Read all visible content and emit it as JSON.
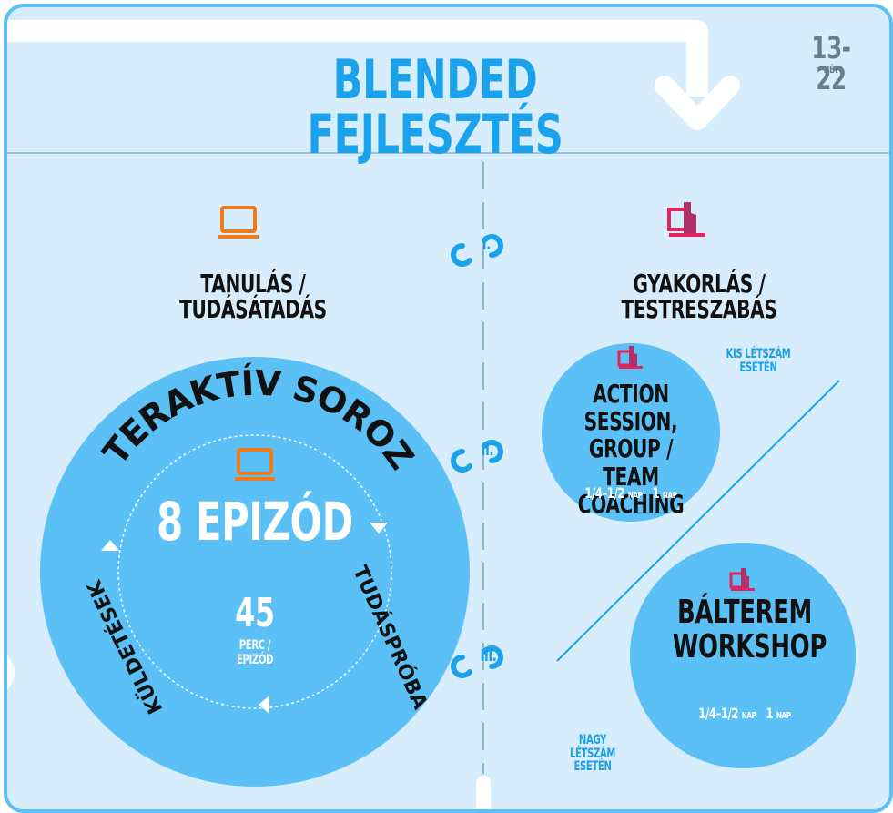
{
  "header": {
    "title": "BLENDED FEJLESZTÉS",
    "week_range": "13-22",
    "week_label": "HÉT"
  },
  "left": {
    "heading": "TANULÁS / TUDÁSÁTADÁS",
    "circle": {
      "arc_title": "INTERAKTÍV SOROZAT",
      "episodes": "8 EPIZÓD",
      "minutes": "45",
      "minutes_label_1": "PERC /",
      "minutes_label_2": "EPIZÓD",
      "side_right": "TUDÁSPRÓBA",
      "side_left": "KÜLDETÉSEK"
    }
  },
  "center": {
    "stages": [
      "I.",
      "II.",
      "III."
    ]
  },
  "right": {
    "heading": "GYAKORLÁS / TESTRESZABÁS",
    "small_note_1": "KIS LÉTSZÁM",
    "small_note_2": "ESETÉN",
    "large_note_1": "NAGY LÉTSZÁM",
    "large_note_2": "ESETÉN",
    "action": {
      "line1": "ACTION SESSION,",
      "line2": "GROUP / TEAM",
      "line3": "COACHING",
      "dur_a": "1/4–1/2",
      "dur_a_unit": "NAP",
      "dur_b": "1",
      "dur_b_unit": "NAP"
    },
    "workshop": {
      "line1": "BÁLTEREM",
      "line2": "WORKSHOP",
      "dur_a": "1/4–1/2",
      "dur_a_unit": "NAP",
      "dur_b": "1",
      "dur_b_unit": "NAP"
    }
  },
  "colors": {
    "panel_bg": "#d7edfb",
    "accent": "#1aa3ec",
    "circle": "#5bc0f5",
    "laptop": "#f07a1a",
    "trainer": "#e0245e"
  },
  "icons": [
    "laptop-icon",
    "trainer-icon",
    "cycle-arrow-icon",
    "down-arrow-icon"
  ]
}
